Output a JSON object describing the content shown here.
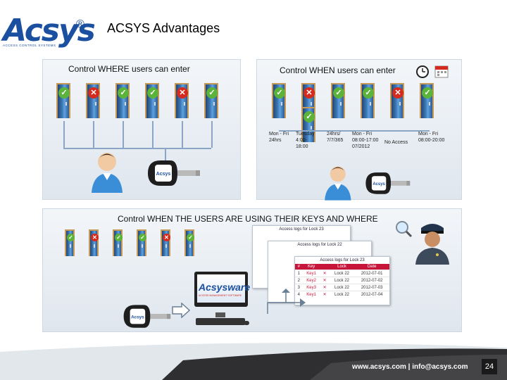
{
  "header": {
    "logo_text": "Acsys",
    "logo_reg": "®",
    "logo_sub": "ACCESS CONTROL SYSTEMS",
    "title": "ACSYS Advantages"
  },
  "panel_where": {
    "label": "Control  WHERE users  can  enter",
    "doors": [
      "ok",
      "no",
      "ok",
      "ok",
      "no",
      "ok"
    ]
  },
  "panel_when": {
    "label": "Control  WHEN users  can  enter",
    "doors_top": [
      "ok",
      "no",
      "ok",
      "ok",
      "no",
      "ok"
    ],
    "door_center": "ok",
    "schedules": [
      "Mon - Fri\n24hrs",
      "Tuesday\n4:00-\n18:00",
      "24hrs/\n7/7/365",
      "Mon - Fri\n08:00-17:00\n07/2012",
      "No Access",
      "Mon - Fri\n08:00-20:00"
    ]
  },
  "panel_using": {
    "label": "Control  WHEN THE USERS ARE USING  THEIR KEYS  AND  WHERE",
    "doors": [
      "ok",
      "no",
      "ok",
      "ok",
      "no",
      "ok"
    ],
    "software_label": "Acsysware",
    "software_sub": "ACCESS MANAGEMENT SOFTWARE",
    "tables": [
      {
        "title": "Access logs for Lock 23"
      },
      {
        "title": "Access logs for Lock 22"
      },
      {
        "title": "Access logs for Lock 23",
        "headers": [
          "#",
          "Key",
          "",
          "Lock",
          "Date"
        ],
        "rows": [
          [
            "1",
            "Key1",
            "✕",
            "Lock 22",
            "2012-07-01"
          ],
          [
            "2",
            "Key2",
            "✕",
            "Lock 22",
            "2012-07-02"
          ],
          [
            "3",
            "Key3",
            "✕",
            "Lock 22",
            "2012-07-03"
          ],
          [
            "4",
            "Key1",
            "✕",
            "Lock 22",
            "2012-07-04"
          ]
        ]
      }
    ]
  },
  "footer": {
    "text": "www.acsys.com | info@acsys.com",
    "page": "24"
  },
  "colors": {
    "brand_blue": "#1b4fa0",
    "ok_green": "#5bb33a",
    "deny_red": "#d42b1e",
    "table_header_red": "#c7153a"
  }
}
